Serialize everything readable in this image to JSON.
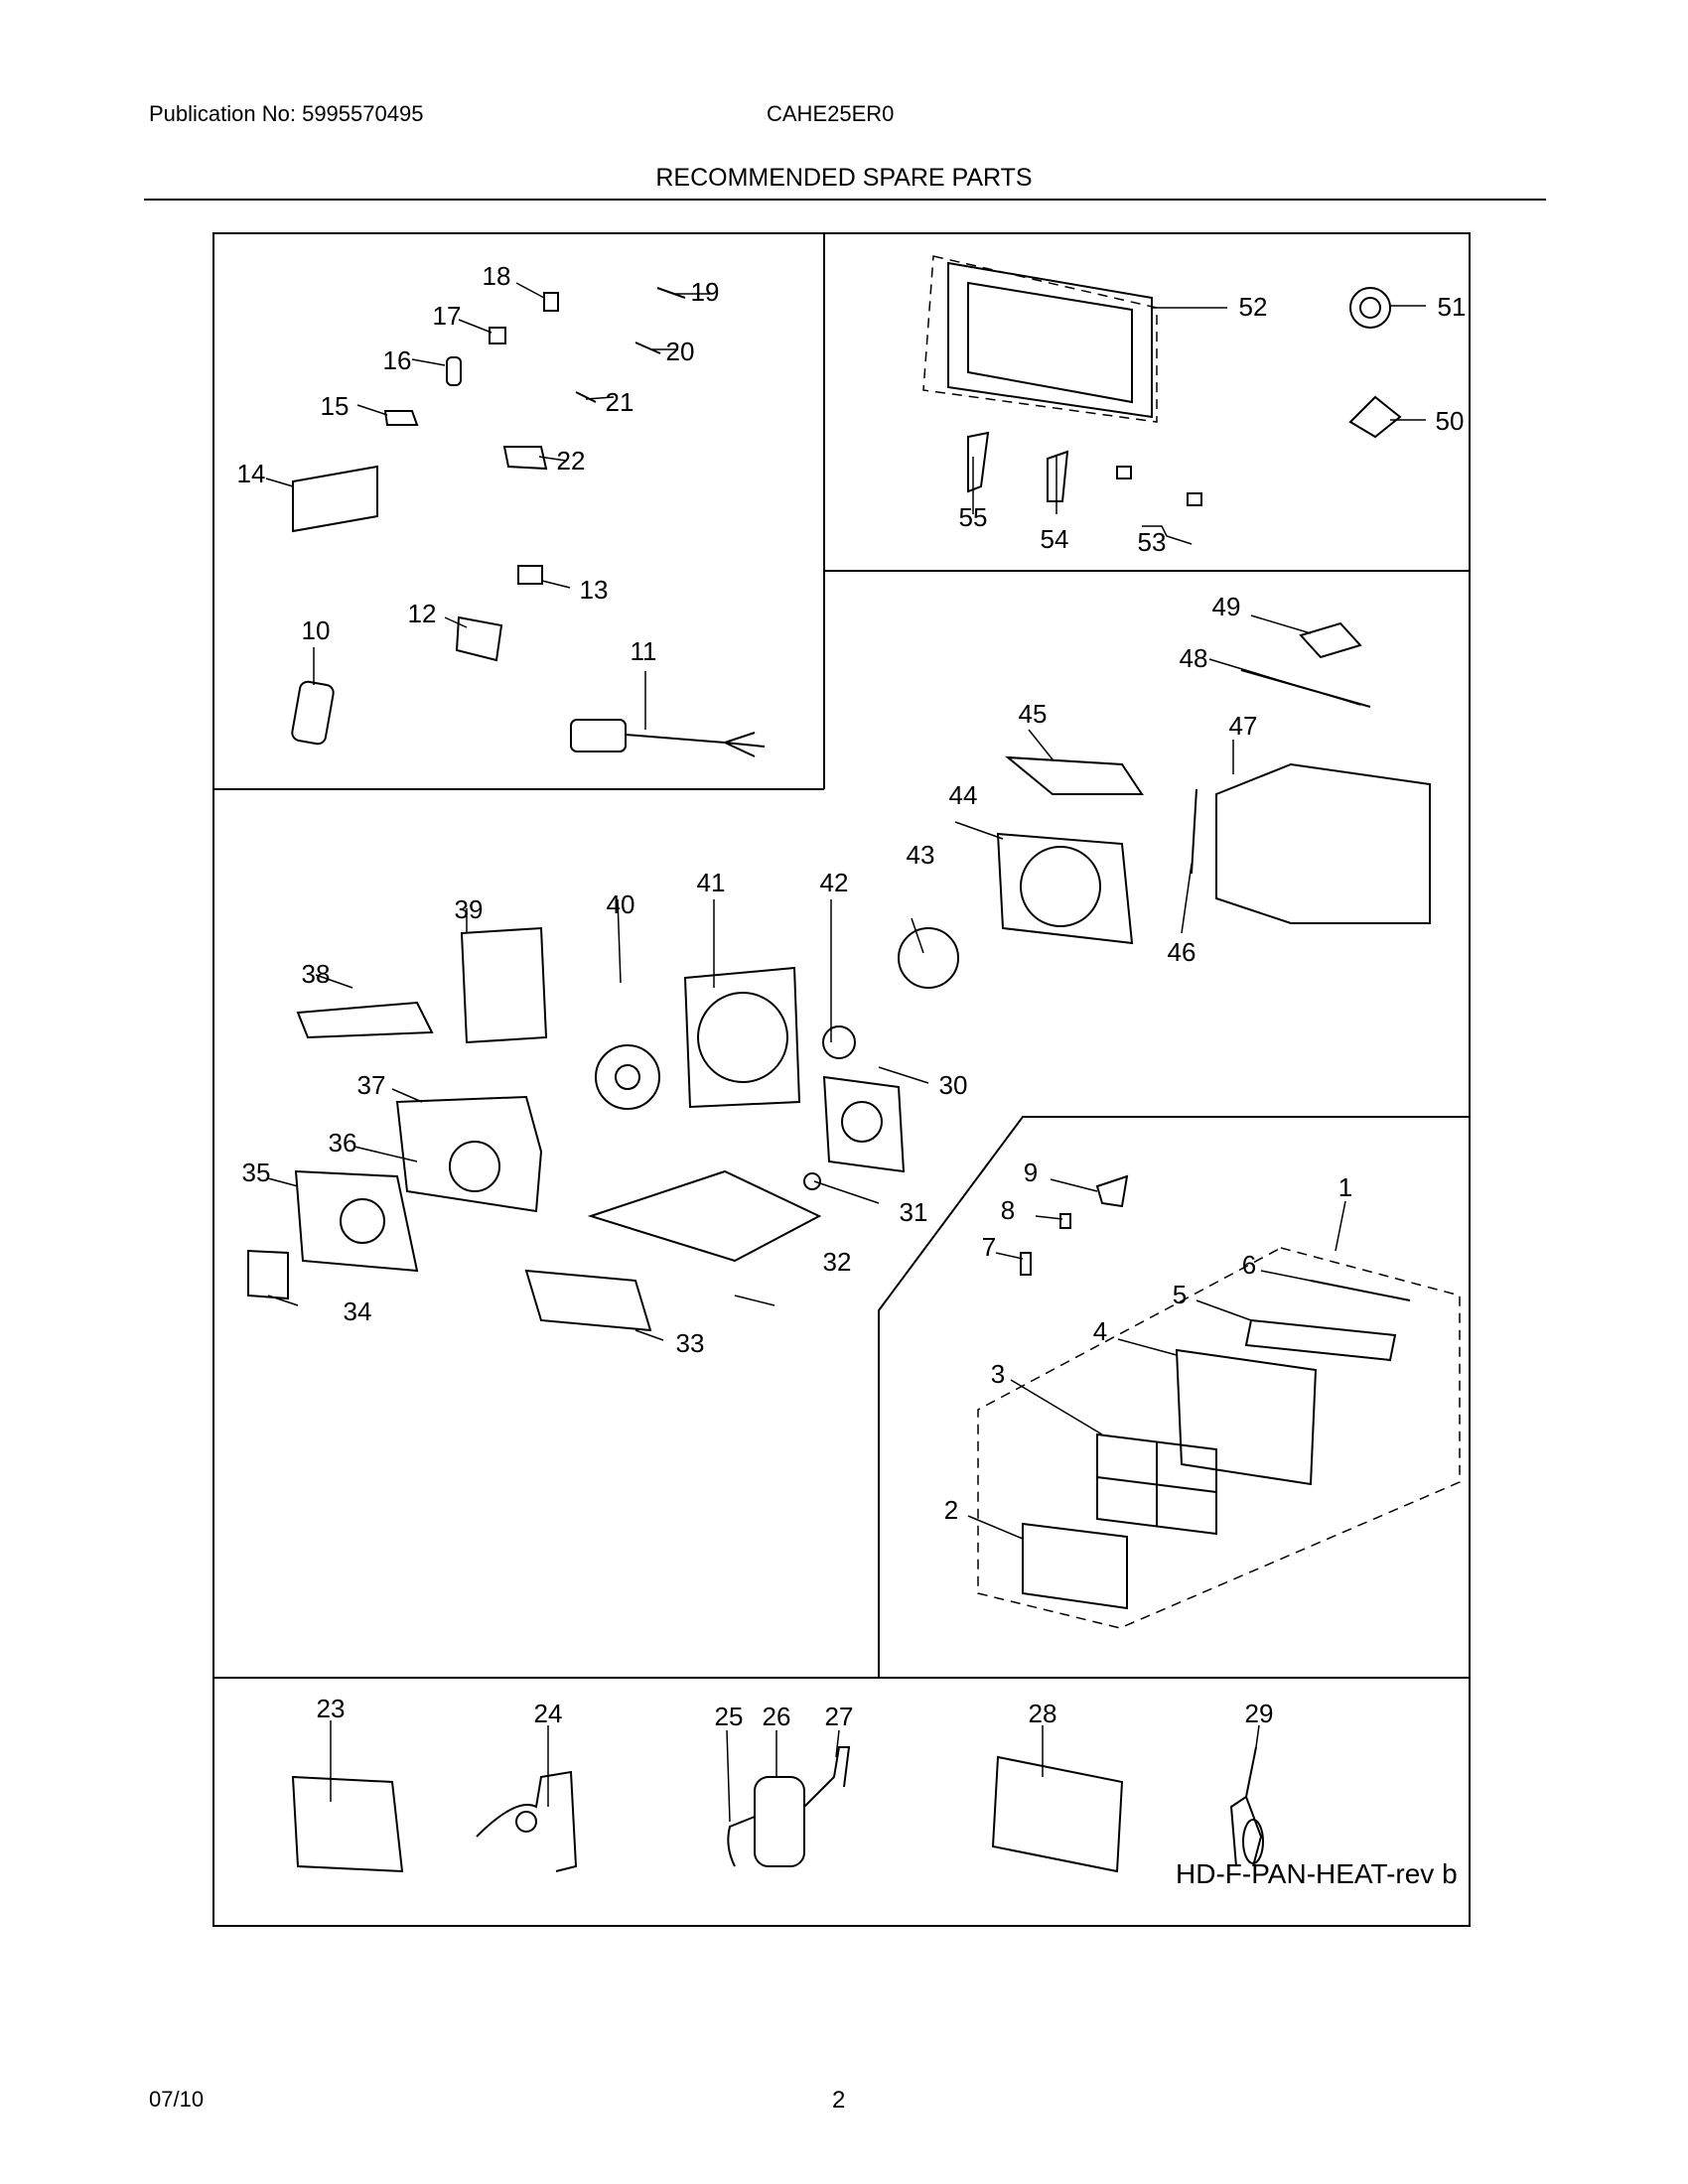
{
  "header": {
    "publication": "Publication No: 5995570495",
    "model": "CAHE25ER0",
    "title": "RECOMMENDED SPARE PARTS"
  },
  "diagram": {
    "reference": "HD-F-PAN-HEAT-rev b",
    "part_numbers": [
      "1",
      "2",
      "3",
      "4",
      "5",
      "6",
      "7",
      "8",
      "9",
      "10",
      "11",
      "12",
      "13",
      "14",
      "15",
      "16",
      "17",
      "18",
      "19",
      "20",
      "21",
      "22",
      "23",
      "24",
      "25",
      "26",
      "27",
      "28",
      "29",
      "30",
      "31",
      "32",
      "33",
      "34",
      "35",
      "36",
      "37",
      "38",
      "39",
      "40",
      "41",
      "42",
      "43",
      "44",
      "45",
      "46",
      "47",
      "48",
      "49",
      "50",
      "51",
      "52",
      "53",
      "54",
      "55"
    ]
  },
  "footer": {
    "date": "07/10",
    "page": "2"
  }
}
